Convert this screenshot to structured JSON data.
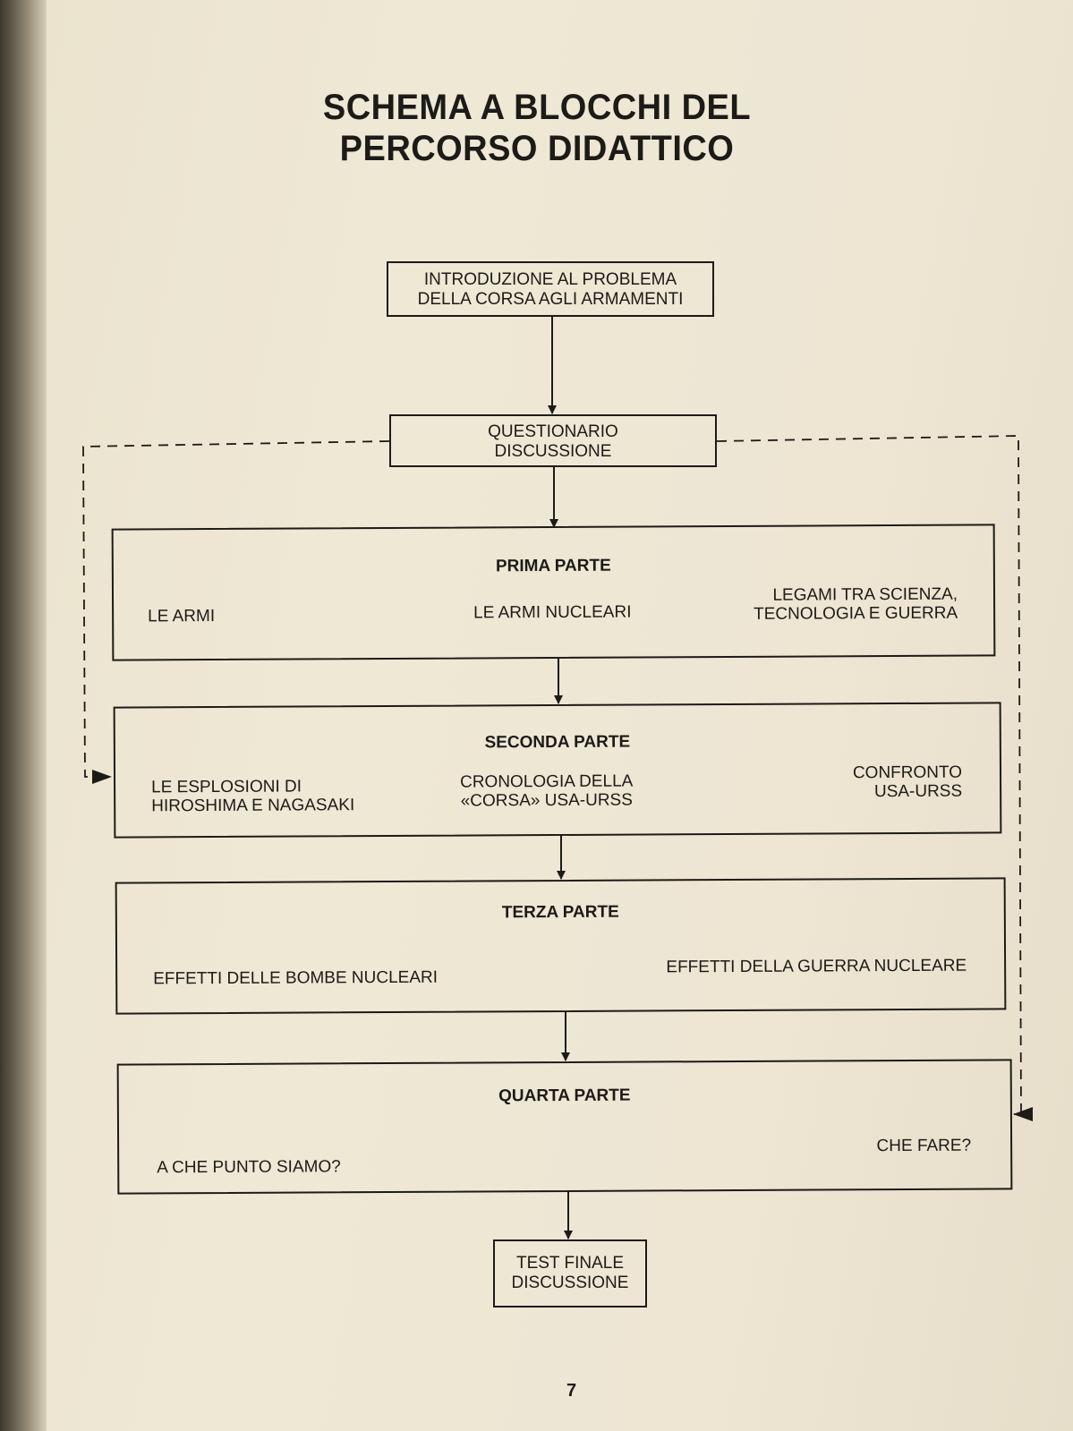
{
  "title": {
    "line1": "SCHEMA A BLOCCHI DEL",
    "line2": "PERCORSO DIDATTICO"
  },
  "intro": {
    "line1": "INTRODUZIONE AL PROBLEMA",
    "line2": "DELLA CORSA AGLI ARMAMENTI"
  },
  "questionario": {
    "line1": "QUESTIONARIO",
    "line2": "DISCUSSIONE"
  },
  "prima": {
    "heading": "PRIMA PARTE",
    "left": "LE ARMI",
    "center": "LE ARMI NUCLEARI",
    "right_line1": "LEGAMI TRA SCIENZA,",
    "right_line2": "TECNOLOGIA E GUERRA"
  },
  "seconda": {
    "heading": "SECONDA PARTE",
    "left_line1": "LE ESPLOSIONI DI",
    "left_line2": "HIROSHIMA E NAGASAKI",
    "center_line1": "CRONOLOGIA DELLA",
    "center_line2": "«CORSA» USA-URSS",
    "right_line1": "CONFRONTO",
    "right_line2": "USA-URSS"
  },
  "terza": {
    "heading": "TERZA PARTE",
    "left": "EFFETTI DELLE BOMBE NUCLEARI",
    "right": "EFFETTI DELLA GUERRA NUCLEARE"
  },
  "quarta": {
    "heading": "QUARTA PARTE",
    "left": "A CHE PUNTO SIAMO?",
    "right": "CHE FARE?"
  },
  "test": {
    "line1": "TEST FINALE",
    "line2": "DISCUSSIONE"
  },
  "page_number": "7"
}
